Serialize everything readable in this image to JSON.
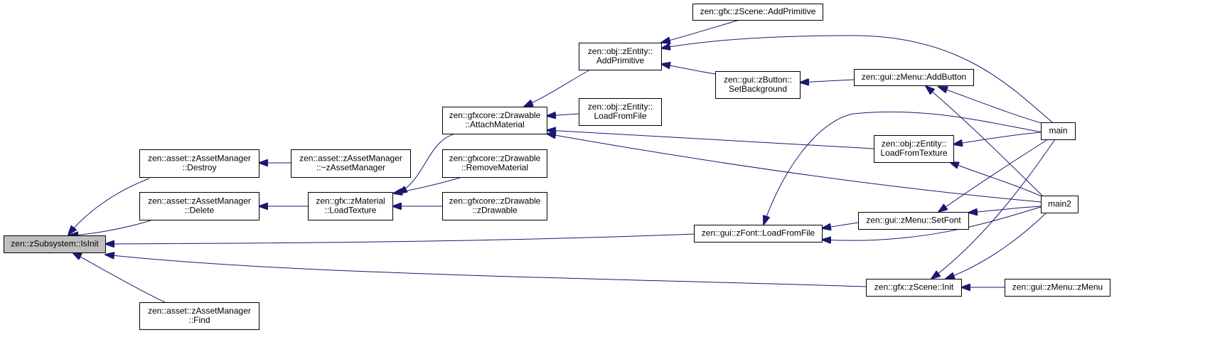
{
  "nodes": [
    {
      "id": "isinit",
      "lines": [
        "zen::zSubsystem::IsInit"
      ],
      "highlight": true
    },
    {
      "id": "destroy",
      "lines": [
        "zen::asset::zAssetManager",
        "::Destroy"
      ]
    },
    {
      "id": "delete",
      "lines": [
        "zen::asset::zAssetManager",
        "::Delete"
      ]
    },
    {
      "id": "find",
      "lines": [
        "zen::asset::zAssetManager",
        "::Find"
      ]
    },
    {
      "id": "dtor",
      "lines": [
        "zen::asset::zAssetManager",
        "::~zAssetManager"
      ]
    },
    {
      "id": "loadtexture",
      "lines": [
        "zen::gfx::zMaterial",
        "::LoadTexture"
      ]
    },
    {
      "id": "attachmat",
      "lines": [
        "zen::gfxcore::zDrawable",
        "::AttachMaterial"
      ]
    },
    {
      "id": "removemat",
      "lines": [
        "zen::gfxcore::zDrawable",
        "::RemoveMaterial"
      ]
    },
    {
      "id": "zdrawable",
      "lines": [
        "zen::gfxcore::zDrawable",
        "::zDrawable"
      ]
    },
    {
      "id": "addprim",
      "lines": [
        "zen::obj::zEntity::",
        "AddPrimitive"
      ]
    },
    {
      "id": "ent_lff",
      "lines": [
        "zen::obj::zEntity::",
        "LoadFromFile"
      ]
    },
    {
      "id": "scene_addprim",
      "lines": [
        "zen::gfx::zScene::AddPrimitive"
      ]
    },
    {
      "id": "setbg",
      "lines": [
        "zen::gui::zButton::",
        "SetBackground"
      ]
    },
    {
      "id": "addbutton",
      "lines": [
        "zen::gui::zMenu::AddButton"
      ]
    },
    {
      "id": "lft",
      "lines": [
        "zen::obj::zEntity::",
        "LoadFromTexture"
      ]
    },
    {
      "id": "font_lff",
      "lines": [
        "zen::gui::zFont::LoadFromFile"
      ]
    },
    {
      "id": "setfont",
      "lines": [
        "zen::gui::zMenu::SetFont"
      ]
    },
    {
      "id": "scene_init",
      "lines": [
        "zen::gfx::zScene::Init"
      ]
    },
    {
      "id": "zmenu",
      "lines": [
        "zen::gui::zMenu::zMenu"
      ]
    },
    {
      "id": "main",
      "lines": [
        "main"
      ]
    },
    {
      "id": "main2",
      "lines": [
        "main2"
      ]
    }
  ],
  "edges": [
    {
      "from": "destroy",
      "to": "isinit"
    },
    {
      "from": "delete",
      "to": "isinit"
    },
    {
      "from": "find",
      "to": "isinit"
    },
    {
      "from": "font_lff",
      "to": "isinit"
    },
    {
      "from": "scene_init",
      "to": "isinit"
    },
    {
      "from": "dtor",
      "to": "destroy"
    },
    {
      "from": "loadtexture",
      "to": "delete"
    },
    {
      "from": "attachmat",
      "to": "loadtexture"
    },
    {
      "from": "removemat",
      "to": "loadtexture"
    },
    {
      "from": "zdrawable",
      "to": "loadtexture"
    },
    {
      "from": "addprim",
      "to": "attachmat"
    },
    {
      "from": "ent_lff",
      "to": "attachmat"
    },
    {
      "from": "lft",
      "to": "attachmat"
    },
    {
      "from": "main2",
      "to": "attachmat"
    },
    {
      "from": "scene_addprim",
      "to": "addprim"
    },
    {
      "from": "setbg",
      "to": "addprim"
    },
    {
      "from": "main",
      "to": "addprim"
    },
    {
      "from": "addbutton",
      "to": "setbg"
    },
    {
      "from": "main",
      "to": "addbutton"
    },
    {
      "from": "main2",
      "to": "addbutton"
    },
    {
      "from": "main",
      "to": "lft"
    },
    {
      "from": "main2",
      "to": "lft"
    },
    {
      "from": "setfont",
      "to": "font_lff"
    },
    {
      "from": "main2",
      "to": "font_lff"
    },
    {
      "from": "main",
      "to": "font_lff"
    },
    {
      "from": "main",
      "to": "setfont"
    },
    {
      "from": "main2",
      "to": "setfont"
    },
    {
      "from": "zmenu",
      "to": "scene_init"
    },
    {
      "from": "main",
      "to": "scene_init"
    },
    {
      "from": "main2",
      "to": "scene_init"
    }
  ]
}
